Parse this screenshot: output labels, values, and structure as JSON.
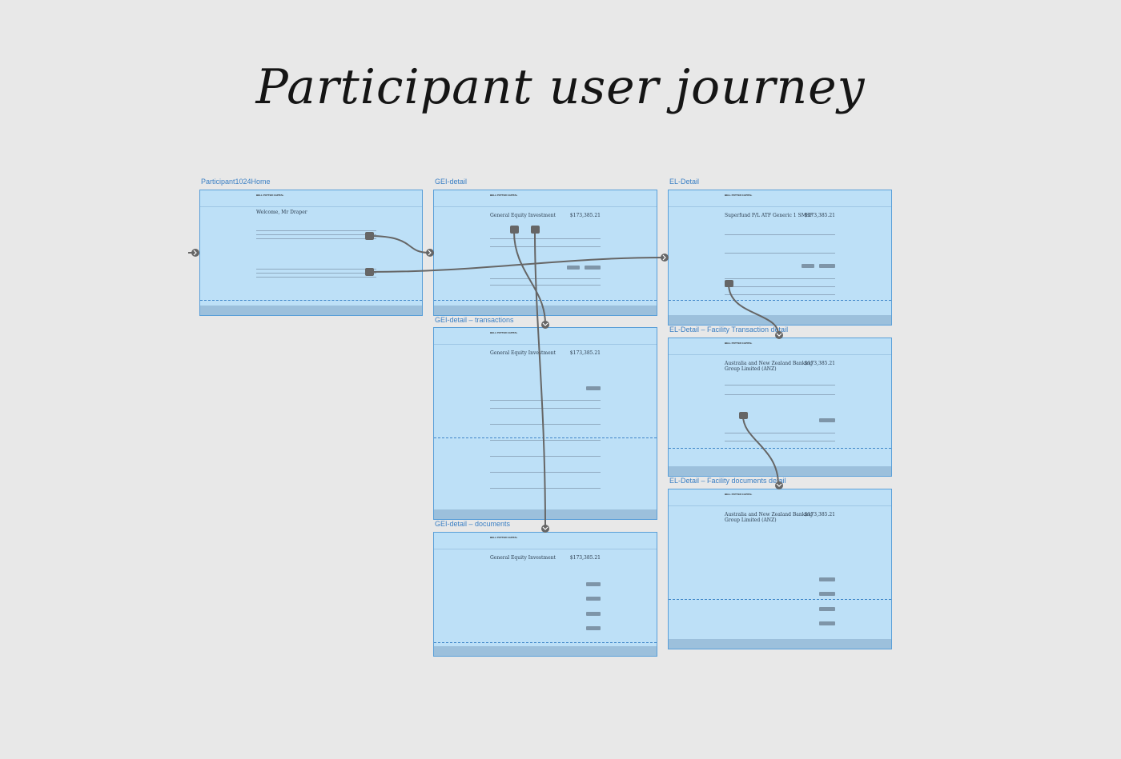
{
  "title": "Participant user journey",
  "boards": {
    "home": {
      "label": "Participant1024Home",
      "logo": "BELL POTTER CAPITAL",
      "heading": "Welcome, Mr Draper"
    },
    "gei": {
      "label": "GEI-detail",
      "logo": "BELL POTTER CAPITAL",
      "heading": "General Equity Investment",
      "amount": "$173,385.21"
    },
    "gei_tx": {
      "label": "GEI-detail – transactions",
      "logo": "BELL POTTER CAPITAL",
      "heading": "General Equity Investment",
      "amount": "$173,385.21"
    },
    "gei_docs": {
      "label": "GEI-detail – documents",
      "logo": "BELL POTTER CAPITAL",
      "heading": "General Equity Investment",
      "amount": "$173,385.21"
    },
    "el": {
      "label": "EL-Detail",
      "logo": "BELL POTTER CAPITAL",
      "heading": "Superfund P/L ATF Generic 1 SMSF",
      "amount": "$173,385.21"
    },
    "el_tx": {
      "label": "EL-Detail – Facility Transaction detail",
      "logo": "BELL POTTER CAPITAL",
      "heading": "Australia and New Zealand Banking Group Limited (ANZ)",
      "amount": "$173,385.21"
    },
    "el_docs": {
      "label": "EL-Detail – Facility documents detail",
      "logo": "BELL POTTER CAPITAL",
      "heading": "Australia and New Zealand Banking Group Limited (ANZ)",
      "amount": "$173,385.21"
    }
  },
  "colors": {
    "background": "#e8e8e8",
    "board_fill": "#bde0f7",
    "board_border": "#5a9fd8",
    "label": "#3a7fc4",
    "connector": "#6a6a6a"
  }
}
